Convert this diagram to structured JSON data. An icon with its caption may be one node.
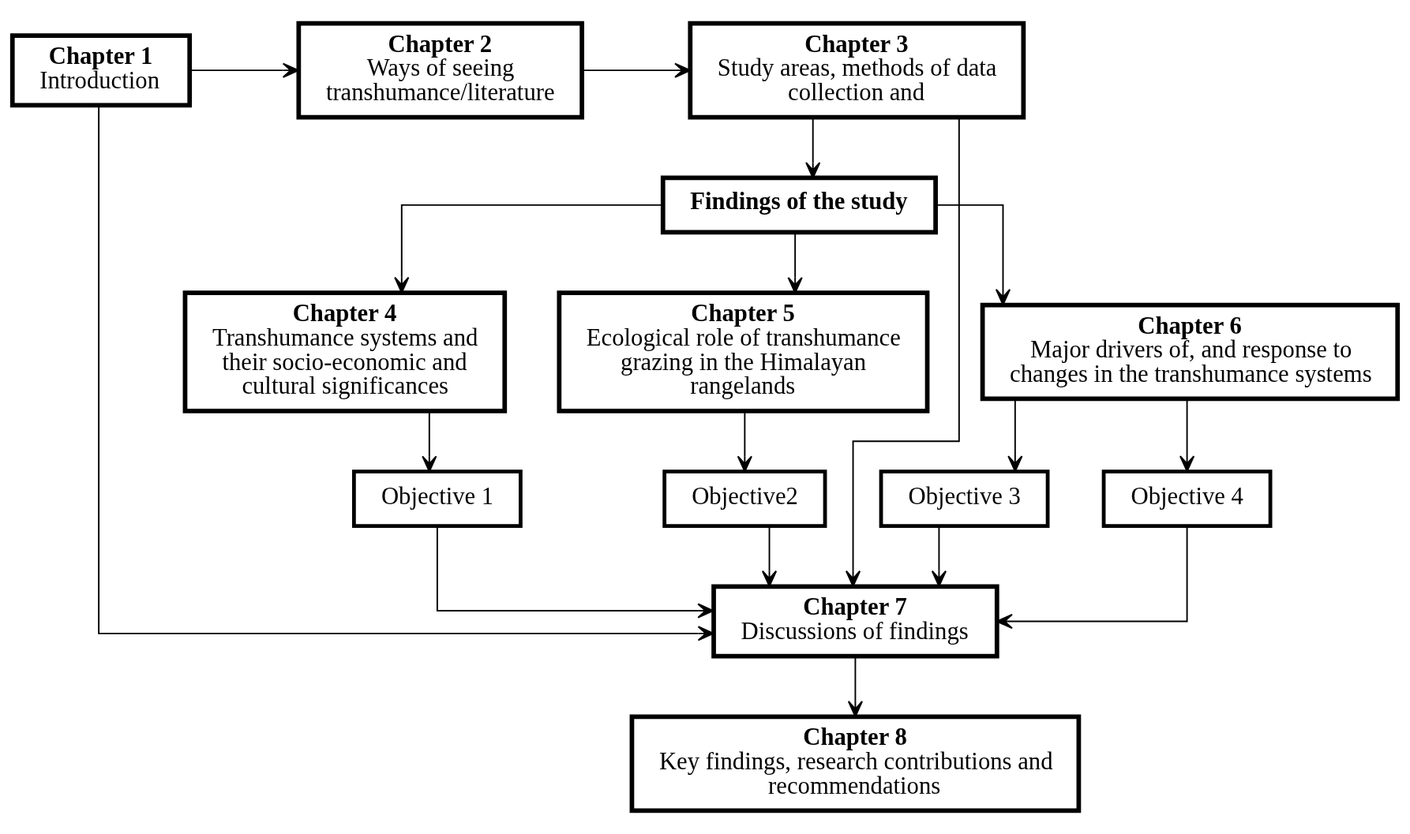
{
  "diagram": {
    "nodes": [
      {
        "text": [
          "Chapter 1",
          "Introduction"
        ]
      },
      {
        "text": [
          "Chapter 2",
          "Ways of seeing transhumance/literature"
        ]
      },
      {
        "text": [
          "Chapter 3",
          "Study areas, methods of data collection and"
        ]
      },
      {
        "text": [
          "Findings of the study"
        ]
      },
      {
        "text": [
          "Chapter 4",
          "Transhumance systems and their socio-economic and cultural significances"
        ]
      },
      {
        "text": [
          "Chapter 5",
          "Ecological role of transhumance grazing in the Himalayan rangelands"
        ]
      },
      {
        "text": [
          "Chapter 6",
          "Major drivers of, and response to changes in the transhumance systems"
        ]
      },
      {
        "text": [
          "Objective 1"
        ]
      },
      {
        "text": [
          "Objective2"
        ]
      },
      {
        "text": [
          "Objective 3"
        ]
      },
      {
        "text": [
          "Objective 4"
        ]
      },
      {
        "text": [
          "Chapter 7",
          "Discussions of findings"
        ]
      },
      {
        "text": [
          "Chapter 8",
          "Key findings, research contributions and recommendations"
        ]
      }
    ],
    "edges": [
      {
        "from": 0,
        "to": 1,
        "arrow": "to"
      },
      {
        "from": 1,
        "to": 2,
        "arrow": "to"
      },
      {
        "from": 2,
        "to": 3,
        "arrow": "to"
      },
      {
        "from": 2,
        "to": 11,
        "arrow": "to"
      },
      {
        "from": 0,
        "to": 11,
        "arrow": "to"
      },
      {
        "from": 3,
        "to": 4,
        "arrow": "to"
      },
      {
        "from": 3,
        "to": 5,
        "arrow": "to"
      },
      {
        "from": 3,
        "to": 6,
        "arrow": "to"
      },
      {
        "from": 4,
        "to": 7,
        "arrow": "to"
      },
      {
        "from": 5,
        "to": 8,
        "arrow": "to"
      },
      {
        "from": 6,
        "to": 9,
        "arrow": "to"
      },
      {
        "from": 6,
        "to": 10,
        "arrow": "to"
      },
      {
        "from": 7,
        "to": 11,
        "arrow": "to"
      },
      {
        "from": 8,
        "to": 11,
        "arrow": "to"
      },
      {
        "from": 9,
        "to": 11,
        "arrow": "to"
      },
      {
        "from": 10,
        "to": 11,
        "arrow": "to"
      },
      {
        "from": 11,
        "to": 12,
        "arrow": "to"
      }
    ]
  }
}
